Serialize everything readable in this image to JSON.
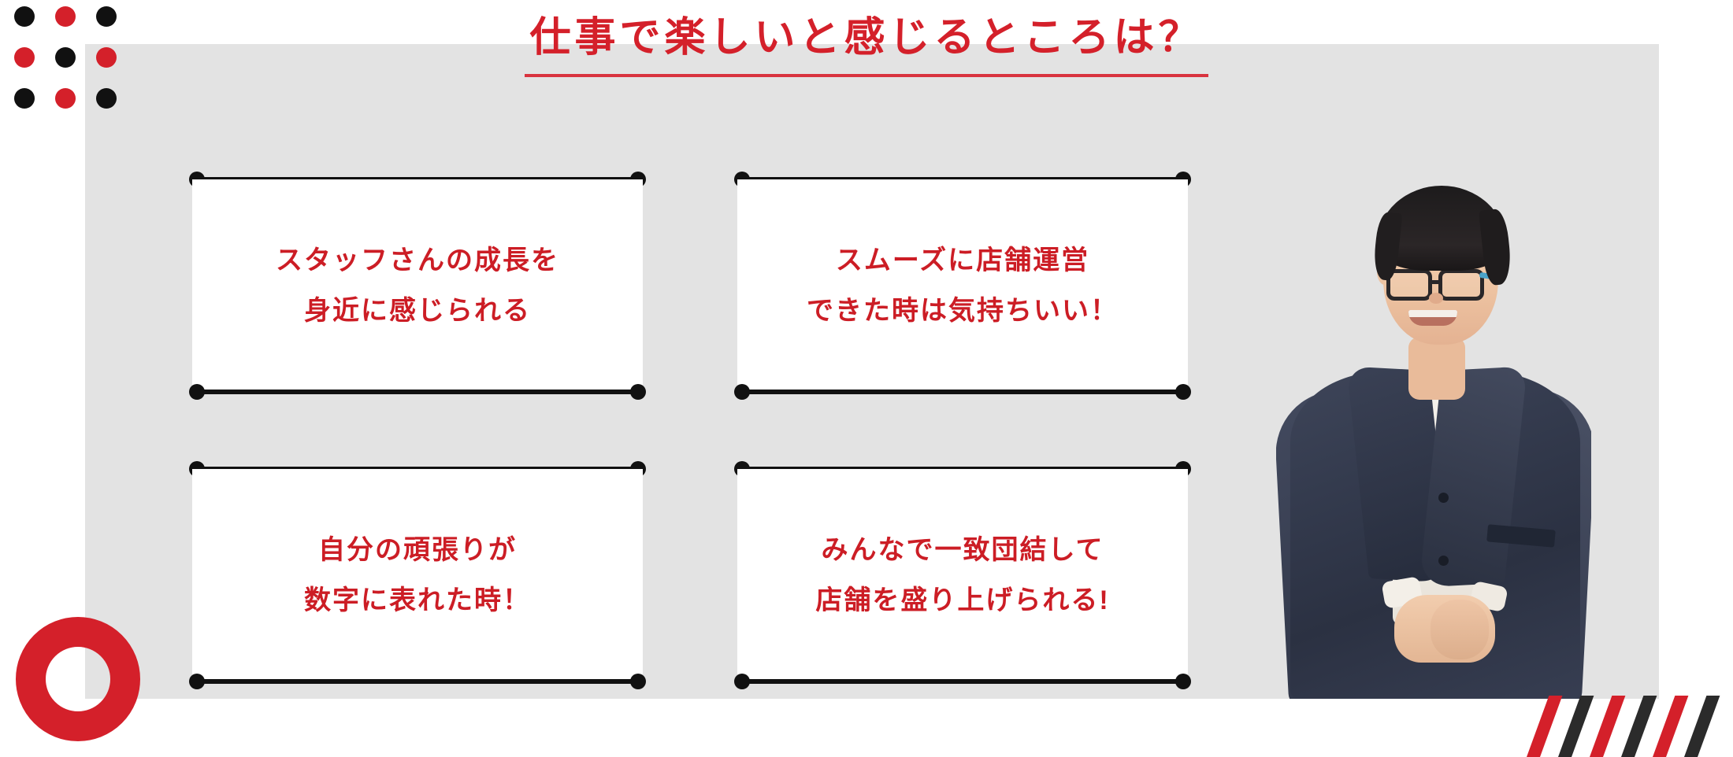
{
  "page": {
    "title": "仕事で楽しいと感じるところは？",
    "background_color": "#ffffff",
    "panel_color": "#e3e3e3",
    "accent_red": "#d4202a",
    "text_red": "#cc1d25",
    "rule_black": "#111111"
  },
  "decor": {
    "dot_grid": {
      "name": "dot-grid",
      "rows": [
        [
          "black",
          "red",
          "black"
        ],
        [
          "red",
          "black",
          "red"
        ],
        [
          "black",
          "red",
          "black"
        ]
      ],
      "colors": {
        "black": "#111111",
        "red": "#d4202a"
      }
    },
    "ring": {
      "name": "red-ring",
      "color": "#d4202a"
    },
    "stripes": {
      "name": "diagonal-stripes",
      "colors": [
        "#d4202a",
        "#2b2b2b",
        "#d4202a",
        "#2b2b2b",
        "#d4202a",
        "#2b2b2b"
      ]
    }
  },
  "cards": [
    {
      "id": "card-1",
      "lines": [
        "スタッフさんの成長を",
        "身近に感じられる"
      ]
    },
    {
      "id": "card-2",
      "lines": [
        "スムーズに店舗運営",
        "できた時は気持ちいい！"
      ]
    },
    {
      "id": "card-3",
      "lines": [
        "自分の頑張りが",
        "数字に表れた時！"
      ]
    },
    {
      "id": "card-4",
      "lines": [
        "みんなで一致団結して",
        "店舗を盛り上げられる!"
      ]
    }
  ],
  "photo": {
    "name": "employee-portrait",
    "subject": "smiling-man-in-navy-suit-with-glasses"
  }
}
